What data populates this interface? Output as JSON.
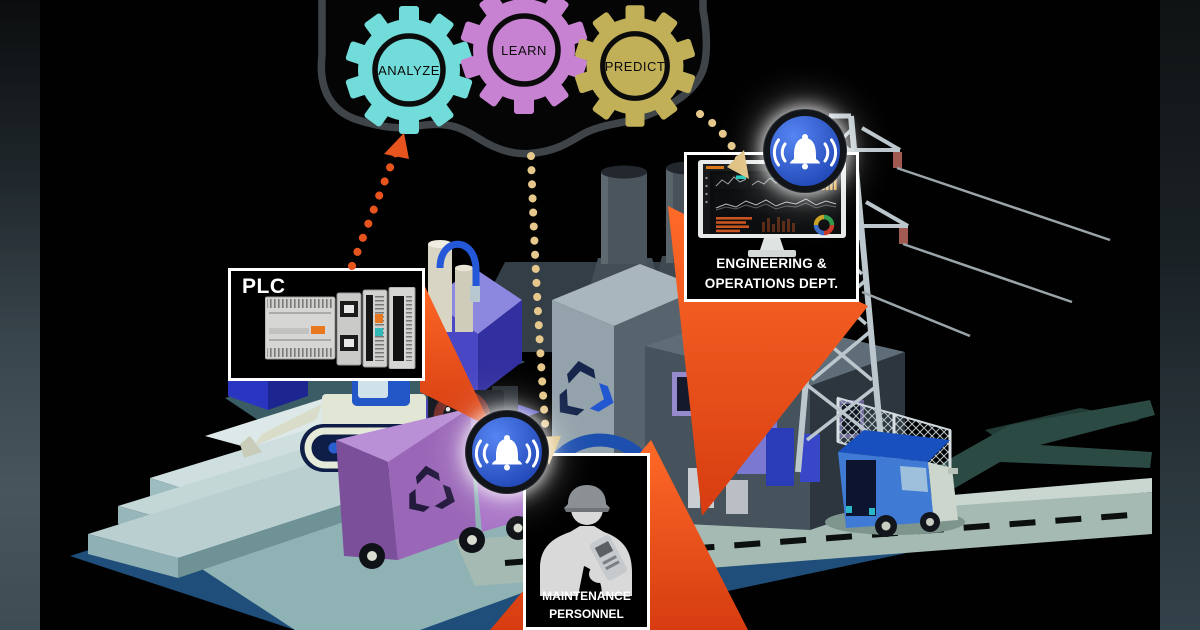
{
  "cloud": {
    "outline_color": "#3f4449",
    "gears": [
      {
        "label": "ANALYZE",
        "color": "#72dcda"
      },
      {
        "label": "LEARN",
        "color": "#c882d2"
      },
      {
        "label": "PREDICT",
        "color": "#c2b059"
      }
    ]
  },
  "callouts": {
    "plc": {
      "label": "PLC"
    },
    "engineering": {
      "label_line1": "ENGINEERING &",
      "label_line2": "OPERATIONS DEPT."
    },
    "maintenance": {
      "label_line1": "MAINTENANCE",
      "label_line2": "PERSONNEL"
    }
  },
  "icons": {
    "engineering_alert": "bell-alert-icon",
    "maintenance_alert": "bell-alert-icon"
  },
  "flows": [
    {
      "from": "plc",
      "to": "cloud",
      "style": "dotted-arrow",
      "color": "#e8541e"
    },
    {
      "from": "cloud",
      "to": "engineering-operations-dept",
      "style": "dotted-arrow",
      "color": "#e6c88c"
    },
    {
      "from": "cloud",
      "to": "maintenance-personnel",
      "style": "dotted-arrow",
      "color": "#e6c88c"
    }
  ],
  "colors": {
    "background": "#000000",
    "callout_border": "#ffffff",
    "callout_background": "#000000",
    "highlight_wedge": "#ff5a1e",
    "bell_blue": "#2e62e8",
    "orange_arrow": "#e8541e",
    "tan_arrow": "#e6c88c"
  }
}
